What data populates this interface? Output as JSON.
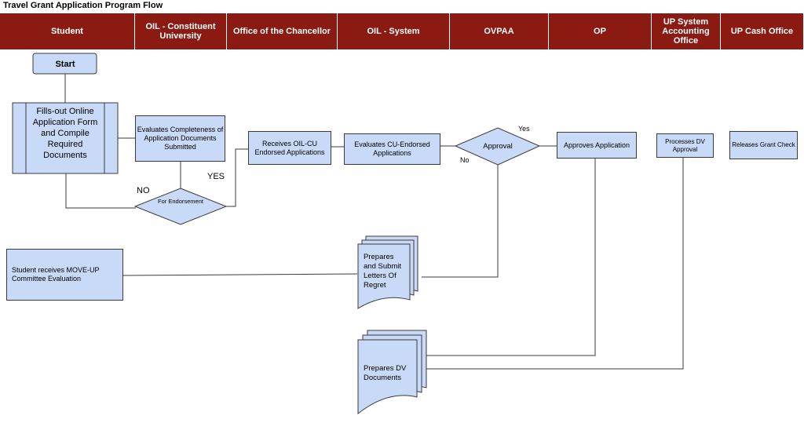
{
  "title": "Travel Grant Application Program Flow",
  "lanes": [
    "Student",
    "OIL - Constituent University",
    "Office of the Chancellor",
    "OIL - System",
    "OVPAA",
    "OP",
    "UP System Accounting Office",
    "UP Cash Office"
  ],
  "nodes": {
    "start": "Start",
    "fill_out": "Fills-out Online Application Form and Compile Required Documents",
    "evaluates_completeness": "Evaluates Completeness of Application Documents Submitted",
    "for_endorsement": "For Endorsement",
    "receives_oil_cu": "Receives OIL-CU Endorsed Applications",
    "evaluates_cu": "Evaluates CU-Endorsed Applications",
    "approval": "Approval",
    "approves_application": "Approves Application",
    "processes_dv": "Processes DV Approval",
    "releases_check": "Releases Grant Check",
    "student_receives": "Student receives MOVE-UP Committee Evaluation",
    "letters_regret": "Prepares and Submit Letters Of Regret",
    "dv_documents": "Prepares DV Documents"
  },
  "edge_labels": {
    "no_endorse": "NO",
    "yes_endorse": "YES",
    "yes_approval": "Yes",
    "no_approval": "No"
  },
  "colors": {
    "lane_header": "#8b1a13",
    "node_fill": "#c9daf8"
  }
}
